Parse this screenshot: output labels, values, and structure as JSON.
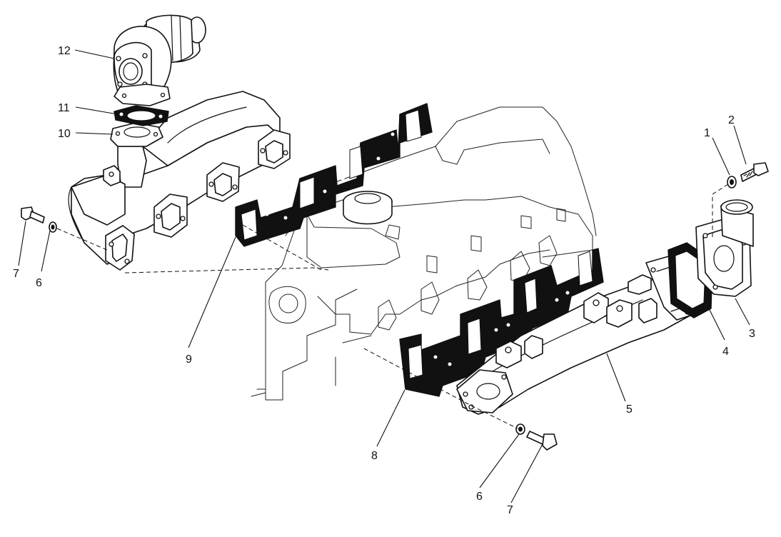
{
  "callouts": {
    "c1": "1",
    "c2": "2",
    "c3": "3",
    "c4": "4",
    "c5": "5",
    "c6a": "6",
    "c6b": "6",
    "c7a": "7",
    "c7b": "7",
    "c8": "8",
    "c9": "9",
    "c10": "10",
    "c11": "11",
    "c12": "12"
  }
}
